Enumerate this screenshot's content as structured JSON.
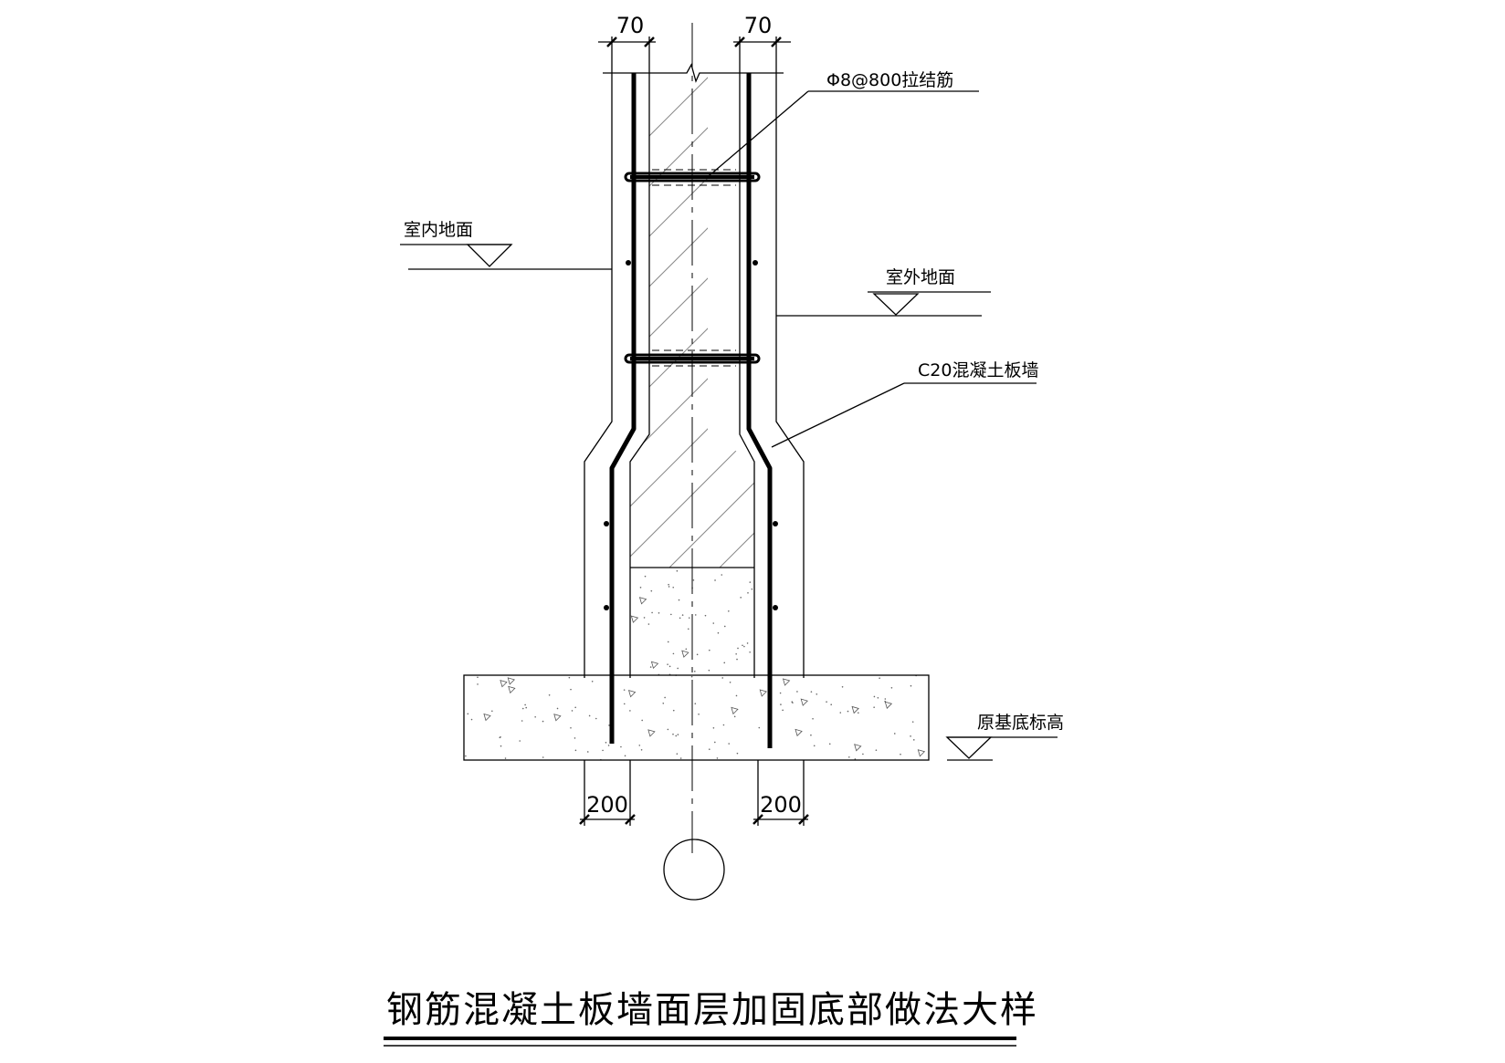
{
  "dimensions": {
    "top_left": "70",
    "top_right": "70",
    "bottom_left": "200",
    "bottom_right": "200"
  },
  "labels": {
    "tie_bar": "Φ8@800拉结筋",
    "indoor_floor": "室内地面",
    "outdoor_ground": "室外地面",
    "wall": "C20混凝土板墙",
    "original_base": "原基底标高"
  },
  "title": "钢筋混凝土板墙面层加固底部做法大样",
  "colors": {
    "line": "#000000",
    "hatch": "#777777",
    "background": "#ffffff"
  }
}
